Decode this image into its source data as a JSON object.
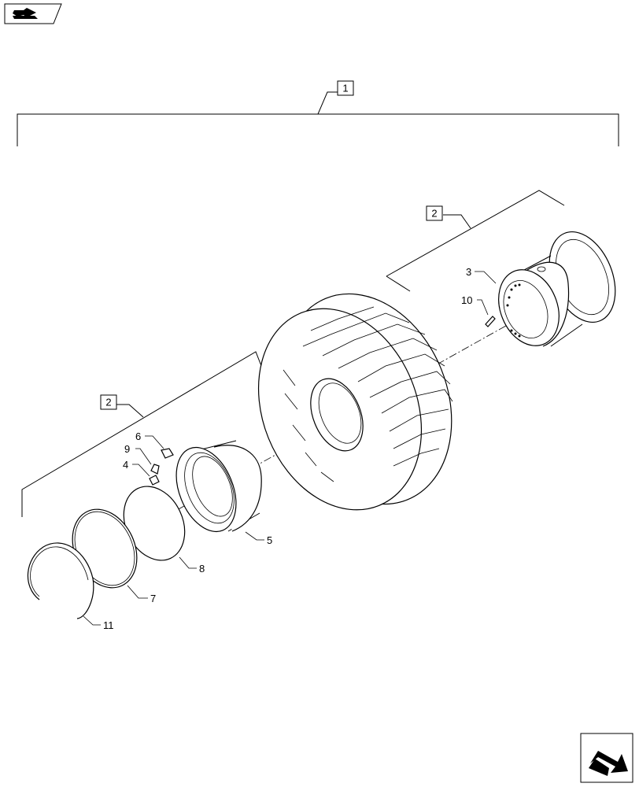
{
  "icons": {
    "top_left": "book-arrow-icon",
    "bottom_right": "next-page-arrow-icon"
  },
  "assembly_labels": [
    {
      "id": "assembly-1",
      "text": "1"
    },
    {
      "id": "assembly-2-upper",
      "text": "2"
    },
    {
      "id": "assembly-2-lower",
      "text": "2"
    }
  ],
  "callouts": [
    {
      "id": "part-3",
      "text": "3"
    },
    {
      "id": "part-10",
      "text": "10"
    },
    {
      "id": "part-6",
      "text": "6"
    },
    {
      "id": "part-9",
      "text": "9"
    },
    {
      "id": "part-4",
      "text": "4"
    },
    {
      "id": "part-5",
      "text": "5"
    },
    {
      "id": "part-8",
      "text": "8"
    },
    {
      "id": "part-7",
      "text": "7"
    },
    {
      "id": "part-11",
      "text": "11"
    }
  ]
}
